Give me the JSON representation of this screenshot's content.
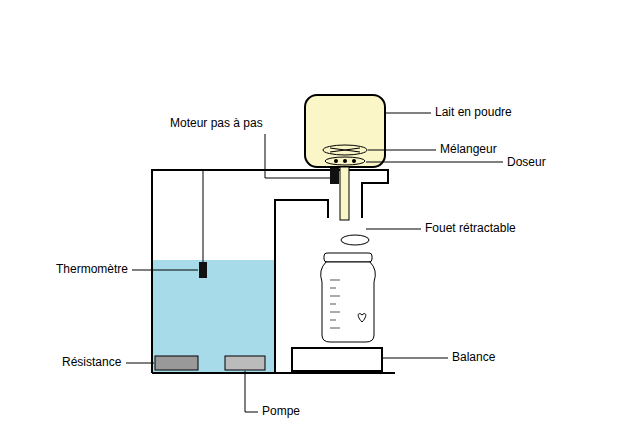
{
  "diagram": {
    "labels": [
      "Lait en poudre",
      "Moteur pas à pas",
      "Mélangeur",
      "Doseur",
      "Fouet rétractable",
      "Thermomètre",
      "Résistance",
      "Pompe",
      "Balance"
    ]
  }
}
